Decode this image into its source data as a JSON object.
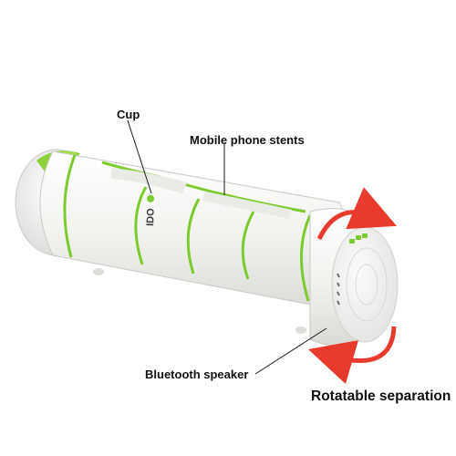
{
  "callouts": {
    "cup": "Cup",
    "stents": "Mobile phone stents",
    "speaker": "Bluetooth speaker",
    "rotate": "Rotatable separation"
  },
  "brand_logo_text": "IDO",
  "colors": {
    "body": "#f4f5f1",
    "accent_green": "#7ccb2e",
    "arrow_red": "#e83b2e",
    "background": "#ffffff"
  }
}
